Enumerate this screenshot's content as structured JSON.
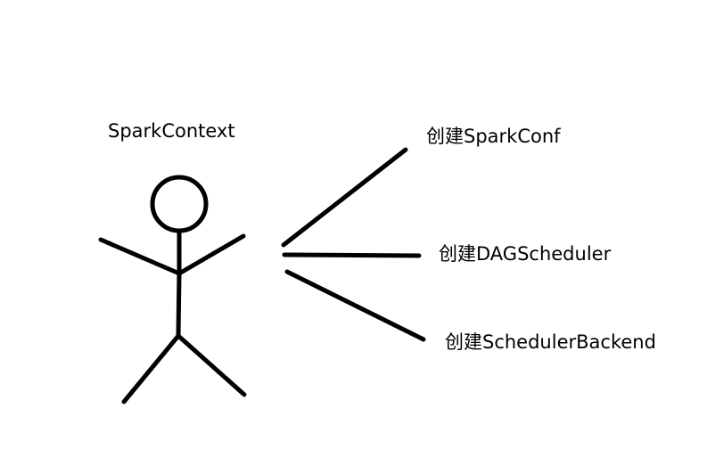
{
  "actor": {
    "label": "SparkContext"
  },
  "steps": [
    {
      "label": "创建SparkConf"
    },
    {
      "label": "创建DAGScheduler"
    },
    {
      "label": "创建SchedulerBackend"
    }
  ],
  "colors": {
    "stroke": "#000000",
    "background": "#ffffff"
  }
}
